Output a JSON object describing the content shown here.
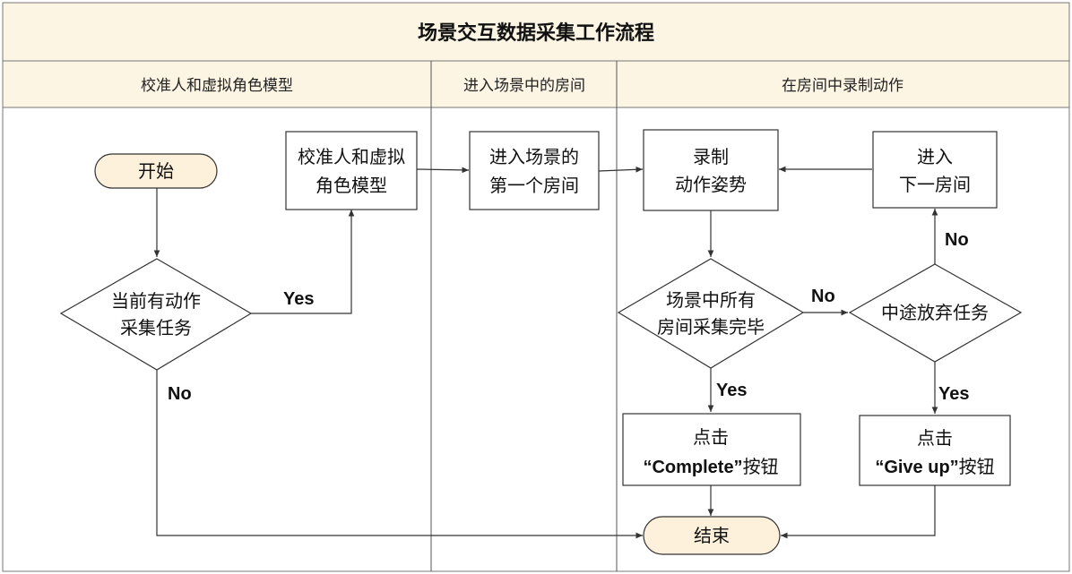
{
  "title": "场景交互数据采集工作流程",
  "lanes": [
    "校准人和虚拟角色模型",
    "进入场景中的房间",
    "在房间中录制动作"
  ],
  "nodes": {
    "start": "开始",
    "decision_task": [
      "当前有动作",
      "采集任务"
    ],
    "calibrate": [
      "校准人和虚拟",
      "角色模型"
    ],
    "enter_first_room": [
      "进入场景的",
      "第一个房间"
    ],
    "record": [
      "录制",
      "动作姿势"
    ],
    "next_room": [
      "进入",
      "下一房间"
    ],
    "decision_all_rooms": [
      "场景中所有",
      "房间采集完毕"
    ],
    "decision_give_up": "中途放弃任务",
    "click_complete": {
      "line1": "点击",
      "quote": "“Complete”",
      "suffix": "按钮"
    },
    "click_give_up": {
      "line1": "点击",
      "quote": "“Give up”",
      "suffix": "按钮"
    },
    "end": "结束"
  },
  "edge_labels": {
    "task_yes": "Yes",
    "task_no": "No",
    "all_rooms_no": "No",
    "all_rooms_yes": "Yes",
    "give_up_no": "No",
    "give_up_yes": "Yes"
  },
  "colors": {
    "header_fill": "#fdf5e4",
    "terminal_fill": "#fdf1db",
    "line": "#333333"
  }
}
